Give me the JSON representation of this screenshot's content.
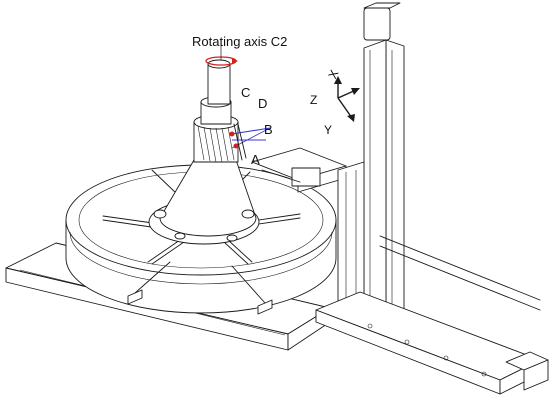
{
  "title": "Rotating axis C2",
  "points": {
    "a": "A",
    "b": "B",
    "c": "C",
    "d": "D"
  },
  "axes": {
    "x": "X",
    "y": "Y",
    "z": "Z"
  },
  "colors": {
    "rotation_arrow": "#d62020",
    "probe_path": "#3a3ad6",
    "line": "#1a1a1a"
  }
}
